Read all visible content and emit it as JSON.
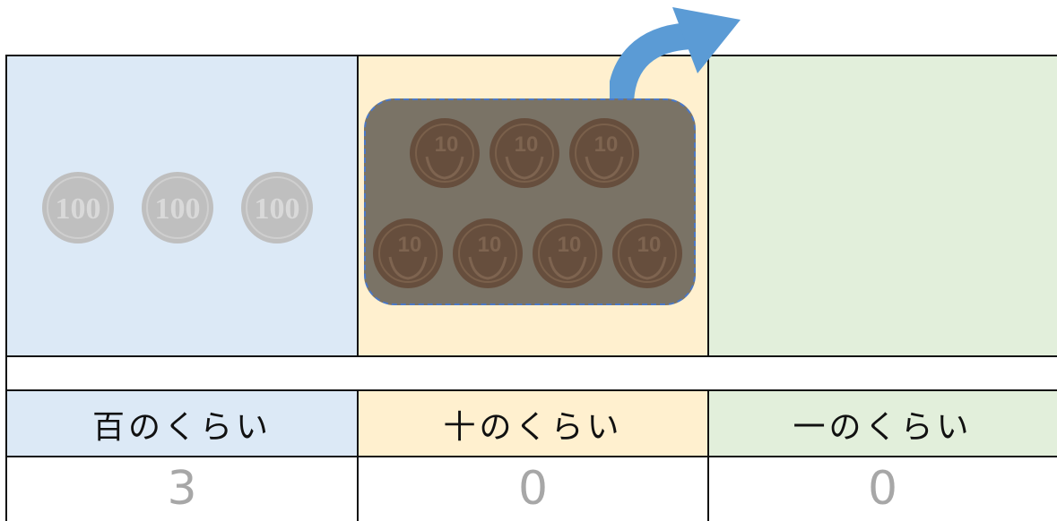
{
  "columns": [
    {
      "label": "百のくらい",
      "value": "3",
      "color": "#dce9f6"
    },
    {
      "label": "十のくらい",
      "value": "0",
      "color": "#fff0cf"
    },
    {
      "label": "一のくらい",
      "value": "0",
      "color": "#e2efdb"
    }
  ],
  "coins": {
    "hundred_face": "100",
    "ten_face": "10",
    "hundred_count": 3,
    "ten_count": 7
  },
  "arrow_color": "#5b9bd5",
  "bundle_border_color": "#4a78c8"
}
